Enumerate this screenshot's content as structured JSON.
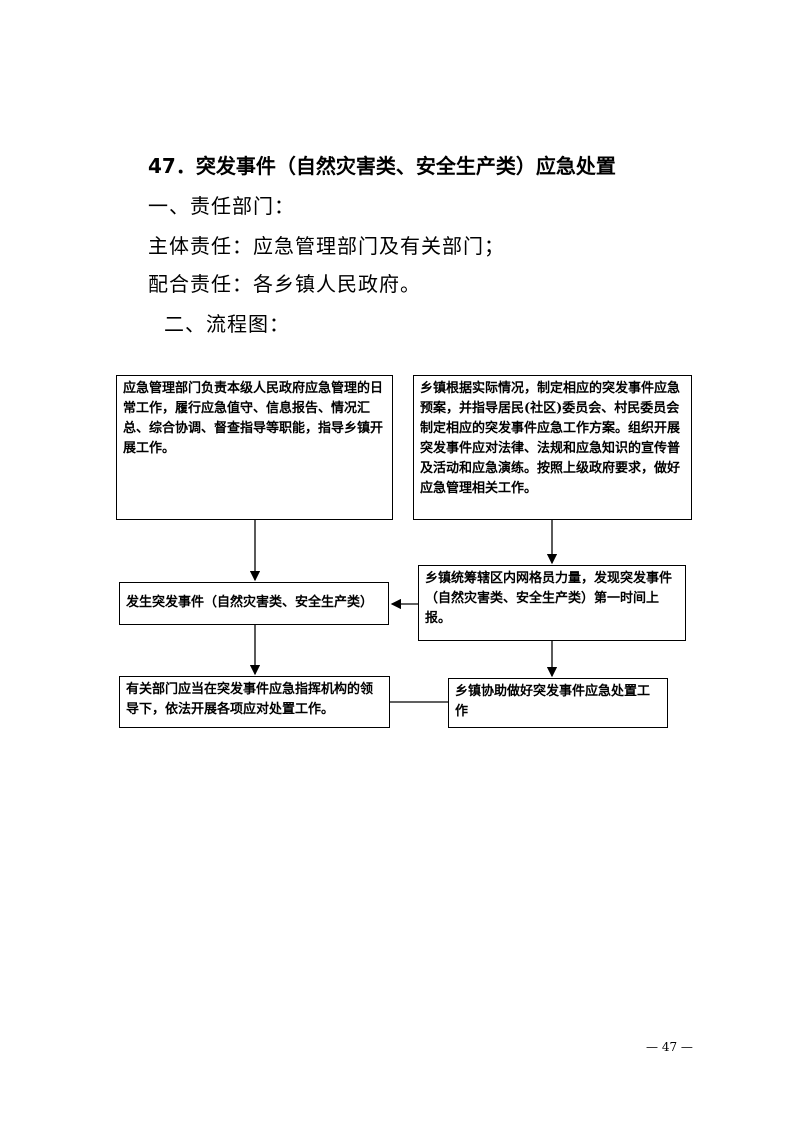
{
  "heading": "47．突发事件（自然灾害类、安全生产类）应急处置",
  "section1": "一、责任部门：",
  "main_resp": "主体责任：应急管理部门及有关部门；",
  "coop_resp": "配合责任：各乡镇人民政府。",
  "section2": "二、流程图：",
  "flowchart": {
    "box_left_top": "应急管理部门负责本级人民政府应急管理的日常工作，履行应急值守、信息报告、情况汇总、综合协调、督查指导等职能，指导乡镇开展工作。",
    "box_right_top": "乡镇根据实际情况，制定相应的突发事件应急预案，并指导居民(社区)委员会、村民委员会制定相应的突发事件应急工作方案。组织开展突发事件应对法律、法规和应急知识的宣传普及活动和应急演练。按照上级政府要求，做好应急管理相关工作。",
    "box_left_mid": "发生突发事件（自然灾害类、安全生产类）",
    "box_right_mid": "乡镇统筹辖区内网格员力量，发现突发事件（自然灾害类、安全生产类）第一时间上报。",
    "box_left_bottom": "有关部门应当在突发事件应急指挥机构的领导下，依法开展各项应对处置工作。",
    "box_right_bottom": "乡镇协助做好突发事件应急处置工作"
  },
  "page_number": "— 47 —"
}
